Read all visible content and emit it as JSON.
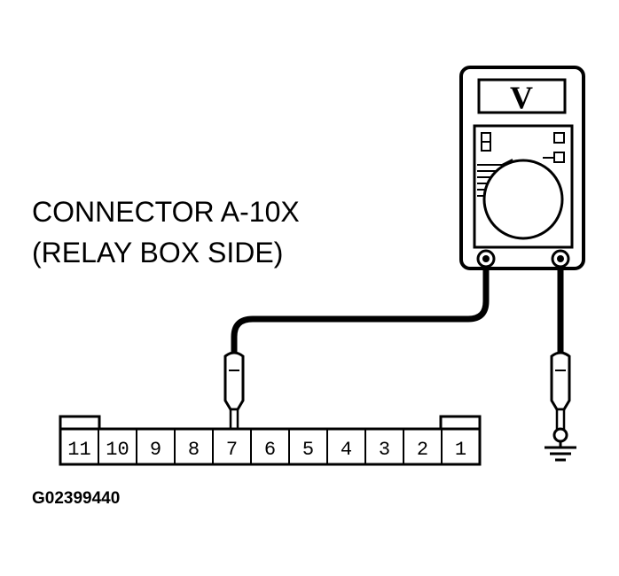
{
  "connector_label": {
    "line1": "CONNECTOR A-10X",
    "line2": "(RELAY BOX SIDE)"
  },
  "meter": {
    "mode_symbol": "V"
  },
  "connector": {
    "pins": [
      "11",
      "10",
      "9",
      "8",
      "7",
      "6",
      "5",
      "4",
      "3",
      "2",
      "1"
    ],
    "probed_pin": "7"
  },
  "figure_code": "G02399440",
  "colors": {
    "line": "#000000",
    "background": "#ffffff"
  }
}
